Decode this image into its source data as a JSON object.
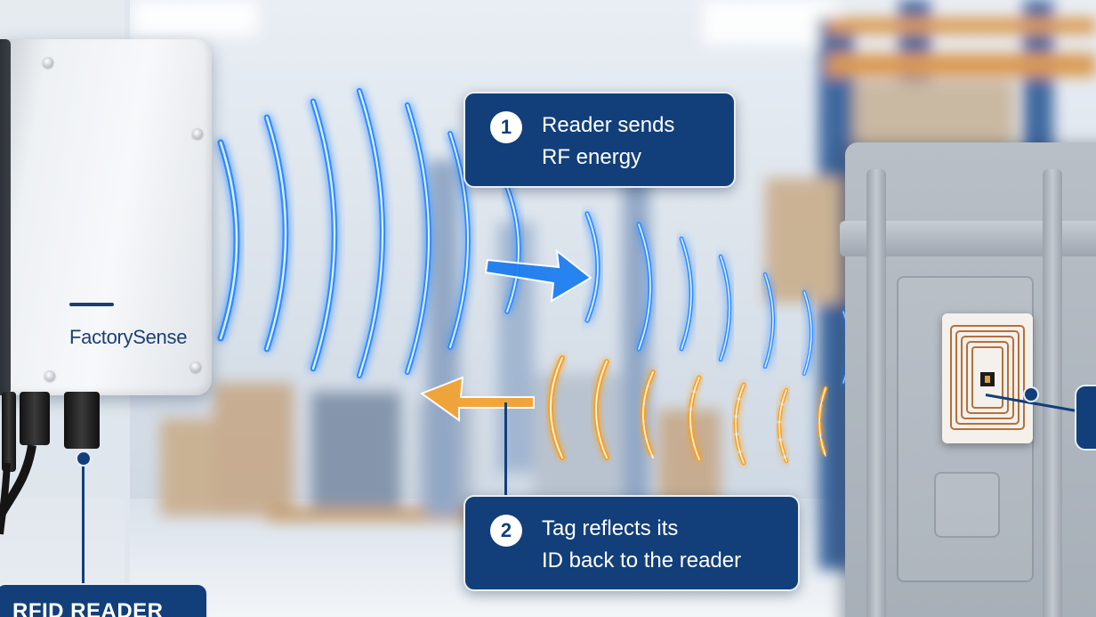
{
  "scene": {
    "colors": {
      "callout_fill": "#123f7a",
      "callout_border": "#e9eef5",
      "wave_outbound": "#2d8cff",
      "wave_return": "#f5a023",
      "arrow_outbound": "#1e7ef0",
      "arrow_return": "#f4a434"
    }
  },
  "reader": {
    "brand": "FactorySense",
    "label": "RFID READER"
  },
  "steps": [
    {
      "number": "1",
      "line1": "Reader sends",
      "line2": "RF energy"
    },
    {
      "number": "2",
      "line1": "Tag reflects its",
      "line2": "ID back to the reader"
    }
  ],
  "icons": {
    "outbound_arrow": "arrow-right-icon",
    "return_arrow": "arrow-left-icon",
    "outbound_waves": "rf-wave-icon",
    "return_waves": "backscatter-wave-icon",
    "tag_antenna": "rfid-antenna-icon"
  }
}
